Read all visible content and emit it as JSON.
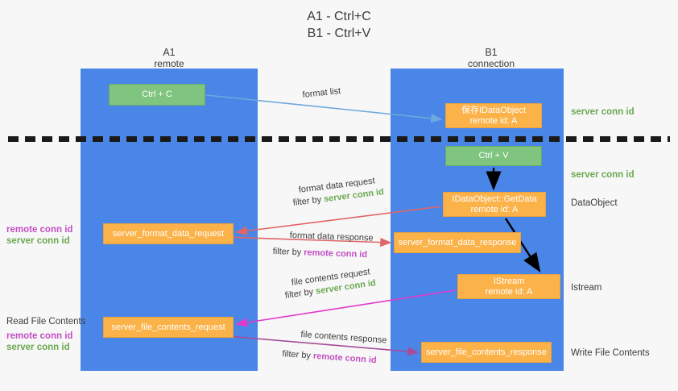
{
  "title": {
    "line1": "A1 - Ctrl+C",
    "line2": "B1 - Ctrl+V"
  },
  "columns": {
    "a1": {
      "name": "A1",
      "sub": "remote"
    },
    "b1": {
      "name": "B1",
      "sub": "connection"
    }
  },
  "boxes": {
    "ctrl_c": {
      "label": "Ctrl + C",
      "color": "#7fc47f"
    },
    "save_idataobject": {
      "line1": "保存IDataObject",
      "line2": "remote id: A",
      "color": "#fbb249"
    },
    "ctrl_v": {
      "label": "Ctrl + V",
      "color": "#7fc47f"
    },
    "getdata": {
      "line1": "IDataObject::GetData",
      "line2": "remote id: A",
      "color": "#fbb249"
    },
    "istream": {
      "line1": "IStream",
      "line2": "remote id: A",
      "color": "#fbb249"
    },
    "server_format_data_request": {
      "label": "server_format_data_request",
      "color": "#fbb249"
    },
    "server_format_data_response": {
      "label": "server_format_data_response",
      "color": "#fbb249"
    },
    "server_file_contents_request": {
      "label": "server_file_contents_request",
      "color": "#fbb249"
    },
    "server_file_contents_response": {
      "label": "server_file_contents_response",
      "color": "#fbb249"
    }
  },
  "annotations": {
    "server_conn_id_1": "server conn id",
    "server_conn_id_2": "server conn id",
    "dataobject": "DataObject",
    "istream": "Istream",
    "write_file_contents": "Write File Contents",
    "read_file_contents": "Read File Contents",
    "remote_conn_id_mid": "remote conn id",
    "server_conn_id_mid": "server conn id",
    "remote_conn_id_low": "remote conn id",
    "server_conn_id_low": "server conn id"
  },
  "arrow_labels": {
    "format_list": "format list",
    "format_data_request": "format data request",
    "format_data_request_filter_prefix": "filter by ",
    "format_data_request_filter_value": "server conn id",
    "format_data_response": "format data response",
    "format_data_response_filter_prefix": "filter by ",
    "format_data_response_filter_value": "remote conn id",
    "file_contents_request": "file contents request",
    "file_contents_request_filter_prefix": "filter by ",
    "file_contents_request_filter_value": "server conn id",
    "file_contents_response": "file contents response",
    "file_contents_response_filter_prefix": "filter by ",
    "file_contents_response_filter_value": "remote conn id"
  },
  "colors": {
    "lane": "#4a86e8",
    "green_text": "#6aa84f",
    "purple_text": "#c34fc3",
    "green_box": "#7fc47f",
    "orange_box": "#fbb249",
    "arrow_blue": "#6fa8dc",
    "arrow_red": "#e06666",
    "arrow_magenta": "#e338c8",
    "arrow_purple": "#a64d9a",
    "arrow_black": "#000000",
    "divider": "#1a1a1a",
    "background": "#f7f7f7"
  }
}
